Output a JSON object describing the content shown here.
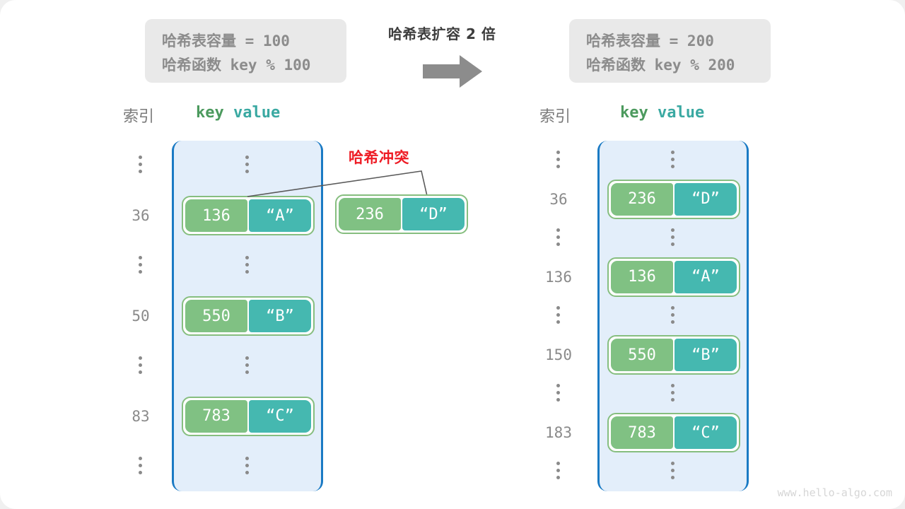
{
  "meta": {
    "watermark": "www.hello-algo.com",
    "accent_blue": "#1a7ac4",
    "bucket_bg": "#e3eefa",
    "key_green": "#80c183",
    "value_teal": "#45b8b0",
    "collision_red": "#ee1c25"
  },
  "left_info": {
    "line1_label": "哈希表容量",
    "line1_value": " = 100",
    "line2_label": "哈希函数",
    "line2_value": " key % 100"
  },
  "right_info": {
    "line1_label": "哈希表容量",
    "line1_value": " = 200",
    "line2_label": "哈希函数",
    "line2_value": " key % 200"
  },
  "middle": {
    "caption": "哈希表扩容 2 倍",
    "arrow_icon": "right-arrow"
  },
  "left_table": {
    "header_index": "索引",
    "header_key": "key",
    "header_value": "value",
    "rows": [
      {
        "index": "⋮",
        "type": "dots"
      },
      {
        "index": "36",
        "type": "pair",
        "key": "136",
        "value": "“A”"
      },
      {
        "index": "⋮",
        "type": "dots"
      },
      {
        "index": "50",
        "type": "pair",
        "key": "550",
        "value": "“B”"
      },
      {
        "index": "⋮",
        "type": "dots"
      },
      {
        "index": "83",
        "type": "pair",
        "key": "783",
        "value": "“C”"
      },
      {
        "index": "⋮",
        "type": "dots"
      }
    ]
  },
  "right_table": {
    "header_index": "索引",
    "header_key": "key",
    "header_value": "value",
    "rows": [
      {
        "index": "⋮",
        "type": "dots"
      },
      {
        "index": "36",
        "type": "pair",
        "key": "236",
        "value": "“D”"
      },
      {
        "index": "⋮",
        "type": "dots"
      },
      {
        "index": "136",
        "type": "pair",
        "key": "136",
        "value": "“A”"
      },
      {
        "index": "⋮",
        "type": "dots"
      },
      {
        "index": "150",
        "type": "pair",
        "key": "550",
        "value": "“B”"
      },
      {
        "index": "⋮",
        "type": "dots"
      },
      {
        "index": "183",
        "type": "pair",
        "key": "783",
        "value": "“C”"
      },
      {
        "index": "⋮",
        "type": "dots"
      }
    ]
  },
  "collision": {
    "label": "哈希冲突",
    "pair": {
      "key": "236",
      "value": "“D”"
    }
  }
}
